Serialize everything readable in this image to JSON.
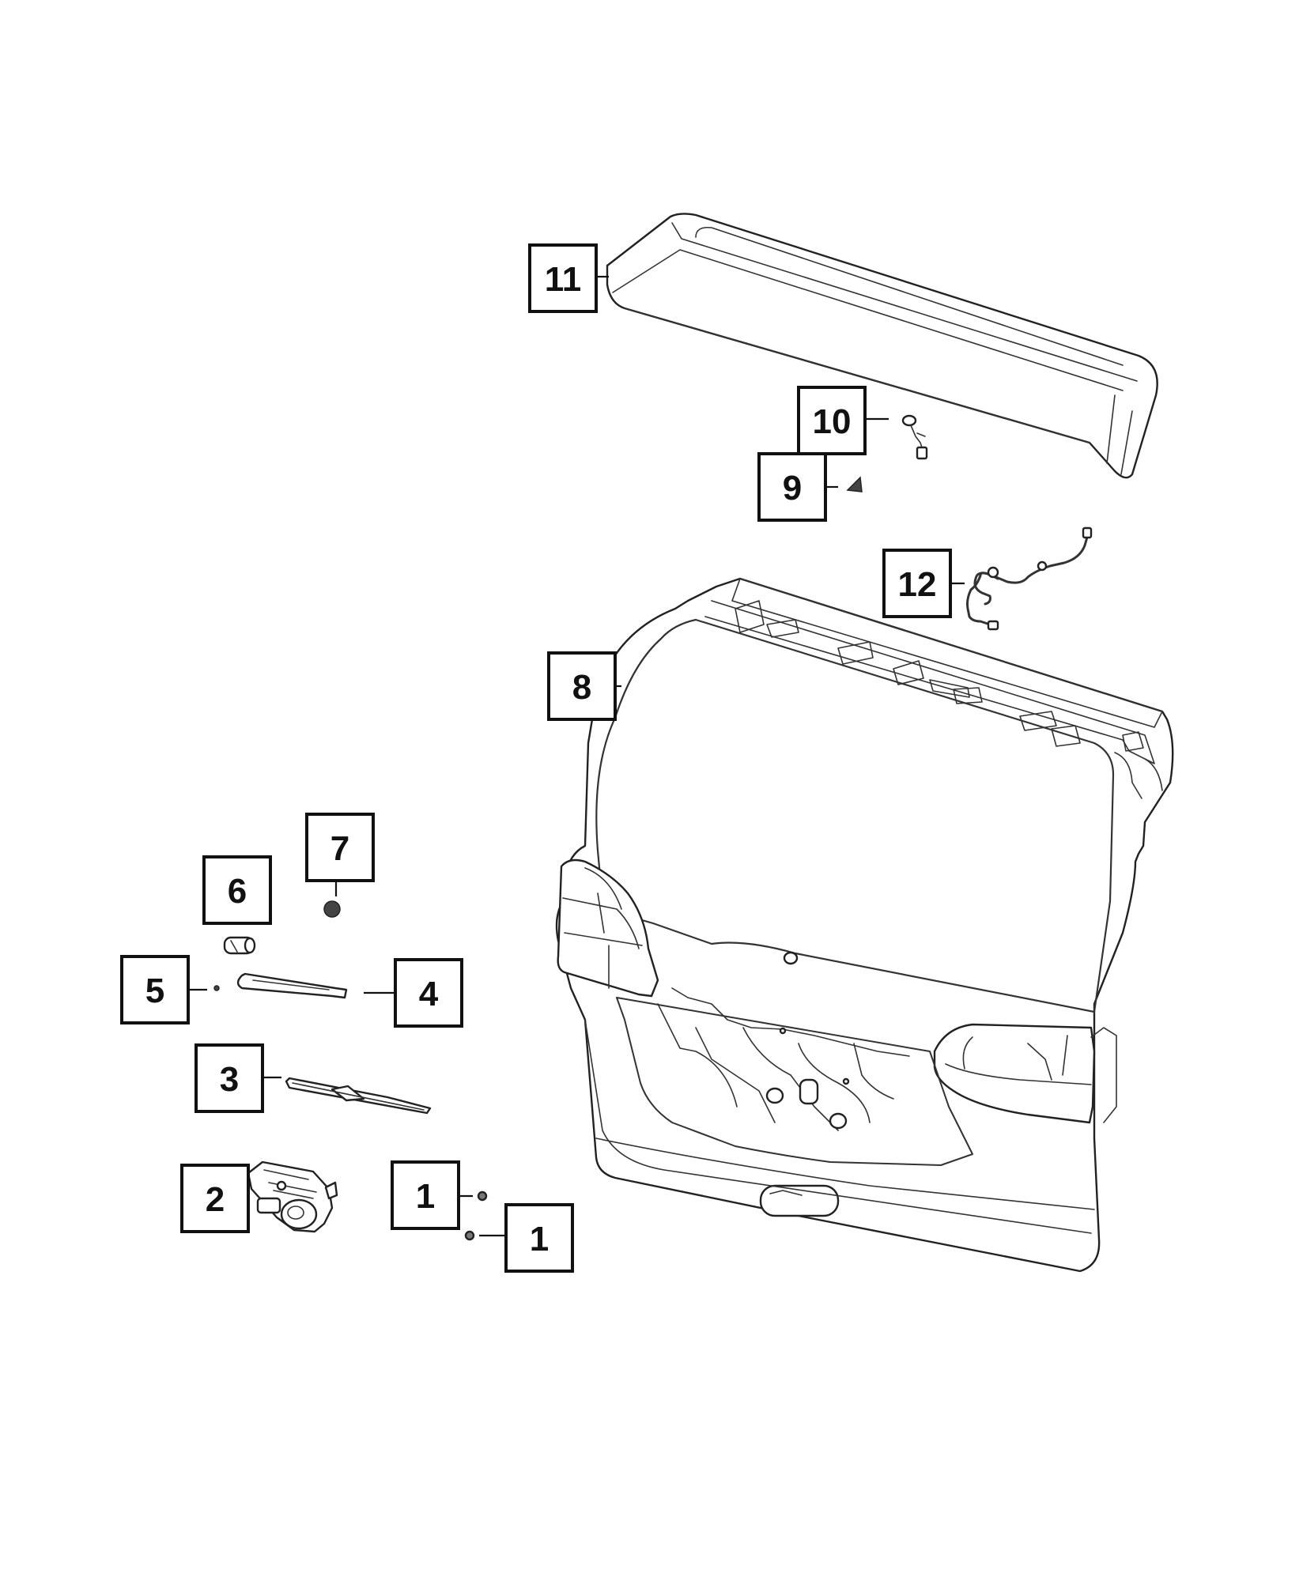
{
  "callouts": [
    {
      "id": "c1a",
      "label": "1"
    },
    {
      "id": "c1b",
      "label": "1"
    },
    {
      "id": "c2",
      "label": "2"
    },
    {
      "id": "c3",
      "label": "3"
    },
    {
      "id": "c4",
      "label": "4"
    },
    {
      "id": "c5",
      "label": "5"
    },
    {
      "id": "c6",
      "label": "6"
    },
    {
      "id": "c7",
      "label": "7"
    },
    {
      "id": "c8",
      "label": "8"
    },
    {
      "id": "c9",
      "label": "9"
    },
    {
      "id": "c10",
      "label": "10"
    },
    {
      "id": "c11",
      "label": "11"
    },
    {
      "id": "c12",
      "label": "12"
    }
  ]
}
